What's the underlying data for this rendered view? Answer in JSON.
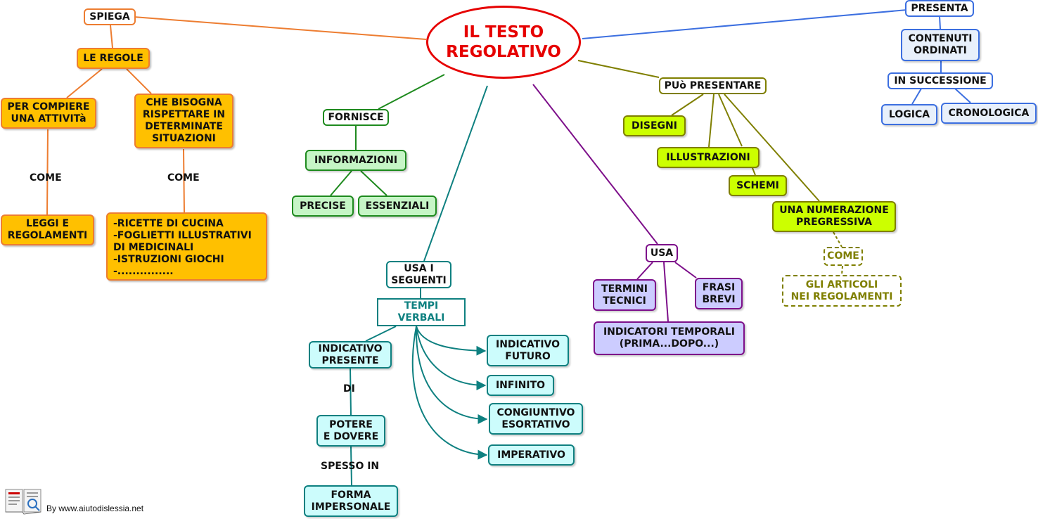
{
  "center": "IL TESTO\nREGOLATIVO",
  "left_branch": {
    "spiega": "SPIEGA",
    "le_regole": "LE REGOLE",
    "per_compiere": "PER COMPIERE\nUNA ATTIVITà",
    "che_bisogna": "CHE BISOGNA\nRISPETTARE IN\nDETERMINATE\nSITUAZIONI",
    "come1": "COME",
    "come2": "COME",
    "leggi": "LEGGI E\nREGOLAMENTI",
    "examples": "-RICETTE DI CUCINA\n-FOGLIETTI ILLUSTRATIVI\n    DI MEDICINALI\n-ISTRUZIONI GIOCHI\n-..............."
  },
  "fornisce_branch": {
    "fornisce": "FORNISCE",
    "informazioni": "INFORMAZIONI",
    "precise": "PRECISE",
    "essenziali": "ESSENZIALI"
  },
  "usa_seguenti_branch": {
    "usa_i_seguenti": "USA I\nSEGUENTI",
    "tempi_verbali": "TEMPI\nVERBALI",
    "indicativo_presente": "INDICATIVO\nPRESENTE",
    "di": "DI",
    "potere_dovere": "POTERE\nE DOVERE",
    "spesso_in": "SPESSO IN",
    "forma_impersonale": "FORMA\nIMPERSONALE",
    "indicativo_futuro": "INDICATIVO\nFUTURO",
    "infinito": "INFINITO",
    "congiuntivo": "CONGIUNTIVO\nESORTATIVO",
    "imperativo": "IMPERATIVO"
  },
  "usa_branch": {
    "usa": "USA",
    "termini_tecnici": "TERMINI\nTECNICI",
    "frasi_brevi": "FRASI\nBREVI",
    "indicatori": "INDICATORI TEMPORALI\n(PRIMA...DOPO...)"
  },
  "puo_branch": {
    "puo_presentare": "PUò PRESENTARE",
    "disegni": "DISEGNI",
    "illustrazioni": "ILLUSTRAZIONI",
    "schemi": "SCHEMI",
    "numerazione": "UNA NUMERAZIONE\nPREGRESSIVA",
    "come": "COME",
    "articoli": "GLI ARTICOLI\nNEI REGOLAMENTI"
  },
  "presenta_branch": {
    "presenta": "PRESENTA",
    "contenuti": "CONTENUTI\nORDINATI",
    "in_successione": "IN SUCCESSIONE",
    "logica": "LOGICA",
    "cronologica": "CRONOLOGICA"
  },
  "footer": {
    "credit": "By www.aiutodislessia.net"
  },
  "colors": {
    "orange": "#ed7d31",
    "green": "#1e8a1e",
    "teal": "#0e8080",
    "purple": "#7d0f8a",
    "olive": "#7f7f00",
    "blue": "#3c6fe0",
    "red": "#e60000"
  }
}
